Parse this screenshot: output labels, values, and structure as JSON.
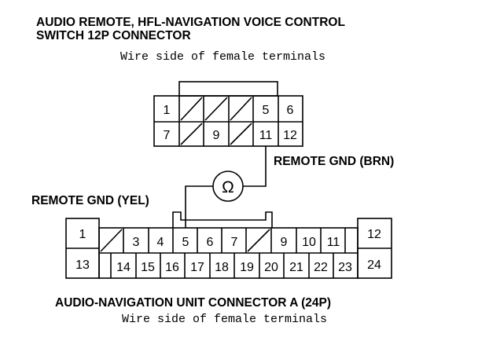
{
  "top_connector": {
    "title_line1": "AUDIO REMOTE, HFL-NAVIGATION VOICE CONTROL",
    "title_line2": "SWITCH 12P CONNECTOR",
    "subtitle": "Wire side of female terminals",
    "pins": {
      "p1": "1",
      "p5": "5",
      "p6": "6",
      "p7": "7",
      "p9": "9",
      "p11": "11",
      "p12": "12"
    }
  },
  "labels": {
    "remote_gnd_brn": "REMOTE GND (BRN)",
    "remote_gnd_yel": "REMOTE GND (YEL)",
    "meter_symbol": "Ω"
  },
  "bottom_connector": {
    "title": "AUDIO-NAVIGATION UNIT CONNECTOR A (24P)",
    "subtitle": "Wire side of female terminals",
    "pins": {
      "p1": "1",
      "p3": "3",
      "p4": "4",
      "p5": "5",
      "p6": "6",
      "p7": "7",
      "p9": "9",
      "p10": "10",
      "p11": "11",
      "p12": "12",
      "p13": "13",
      "p14": "14",
      "p15": "15",
      "p16": "16",
      "p17": "17",
      "p18": "18",
      "p19": "19",
      "p20": "20",
      "p21": "21",
      "p22": "22",
      "p23": "23",
      "p24": "24"
    }
  }
}
